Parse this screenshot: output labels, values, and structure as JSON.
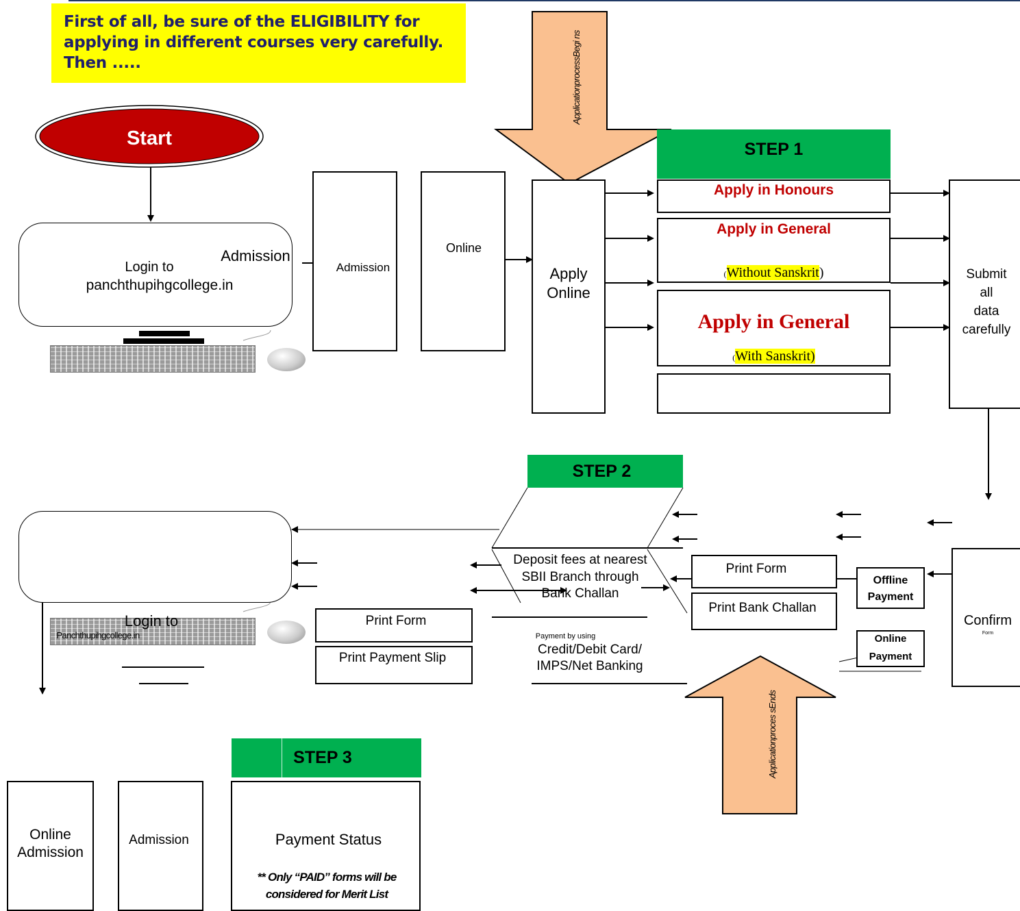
{
  "intro_note": "First of all, be sure of the ELIGIBILITY for applying in different courses very carefully. Then .....",
  "start_label": "Start",
  "arrow_begins_text": "ApplicationprocessBegi ns",
  "arrow_ends_text": "Applicationproces sEnds",
  "login": {
    "login_to": "Login to",
    "site": "panchthupihgcollege.in",
    "admission": "Admission"
  },
  "admission_box": "Admission",
  "online_box": "Online",
  "apply_online_box": "Apply Online",
  "step1": {
    "label": "STEP 1",
    "honours": "Apply in Honours",
    "general_without": "Apply in General",
    "without_sanskrit": "Without Sanskrit",
    "general_with": "Apply in General",
    "with_sanskrit": "With Sanskrit)",
    "paren_open": "(",
    "paren_close": ")"
  },
  "submit_box": "Submit all data carefully",
  "confirm": {
    "label": "Confirm",
    "sub": "Form"
  },
  "offline_payment": "Offline Payment",
  "online_payment": "Online Payment",
  "print_form_right": "Print Form",
  "print_bank_challan": "Print Bank Challan",
  "step2": {
    "label": "STEP 2",
    "deposit": "Deposit fees at nearest SBII Branch through Bank Challan",
    "payment_by_using": "Payment by using",
    "cards": "Credit/Debit Card/ IMPS/Net Banking"
  },
  "print_form_left": "Print Form",
  "print_payment_slip": "Print Payment Slip",
  "login2": {
    "login_to": "Login to",
    "site": "Panchthupihgcollege.in"
  },
  "step3": {
    "label": "STEP 3",
    "payment_status": "Payment Status",
    "note": "** Only “PAID” forms will be considered for Merit List"
  },
  "online_admission_box": "Online Admission",
  "admission_box_bottom": "Admission",
  "colors": {
    "highlight": "#ffff00",
    "step_green": "#00b050",
    "start_red": "#c00000",
    "arrow_peach": "#fac090",
    "title_red": "#c00000"
  }
}
